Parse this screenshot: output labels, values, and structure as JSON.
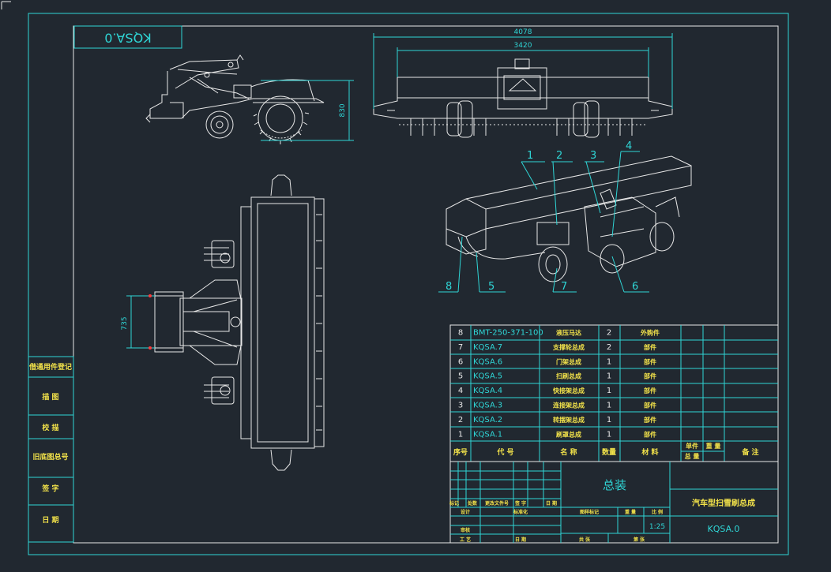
{
  "drawing_number_flipped": "KQSA.0",
  "dimensions": {
    "overall_width": "4078",
    "brush_width": "3420",
    "height": "830",
    "hitch_width": "735"
  },
  "callouts": [
    "1",
    "2",
    "3",
    "4",
    "5",
    "6",
    "7",
    "8"
  ],
  "left_strip": [
    "借通用件登记",
    "描 图",
    "校 描",
    "旧底图总号",
    "签 字",
    "日 期"
  ],
  "parts_list": [
    {
      "seq": "8",
      "code": "BMT-250-371-100",
      "name": "液压马达",
      "qty": "2",
      "material": "外购件"
    },
    {
      "seq": "7",
      "code": "KQSA.7",
      "name": "支撑轮总成",
      "qty": "2",
      "material": "部件"
    },
    {
      "seq": "6",
      "code": "KQSA.6",
      "name": "门架总成",
      "qty": "1",
      "material": "部件"
    },
    {
      "seq": "5",
      "code": "KQSA.5",
      "name": "扫刷总成",
      "qty": "1",
      "material": "部件"
    },
    {
      "seq": "4",
      "code": "KQSA.4",
      "name": "快接架总成",
      "qty": "1",
      "material": "部件"
    },
    {
      "seq": "3",
      "code": "KQSA.3",
      "name": "连接架总成",
      "qty": "1",
      "material": "部件"
    },
    {
      "seq": "2",
      "code": "KQSA.2",
      "name": "转摆架总成",
      "qty": "1",
      "material": "部件"
    },
    {
      "seq": "1",
      "code": "KQSA.1",
      "name": "刷罩总成",
      "qty": "1",
      "material": "部件"
    }
  ],
  "parts_header": {
    "seq": "序号",
    "code": "代 号",
    "name": "名 称",
    "qty": "数量",
    "material": "材 料",
    "single": "单件",
    "total": "总 量",
    "weight": "重 量",
    "remark": "备 注"
  },
  "title_block": {
    "assembly": "总装",
    "product_name": "汽车型扫雪刷总成",
    "drawing_no": "KQSA.0",
    "scale": "1:25",
    "mark": "标记",
    "count": "处数",
    "change_doc": "更改文件号",
    "sign": "签 字",
    "date": "日 期",
    "design": "设计",
    "standardize": "标准化",
    "review": "审核",
    "process": "工 艺",
    "approve": "日 期",
    "stage_mark": "图样标记",
    "weight": "重 量",
    "ratio": "比 例",
    "sheets": "共 张",
    "sheet_no": "第 张"
  }
}
